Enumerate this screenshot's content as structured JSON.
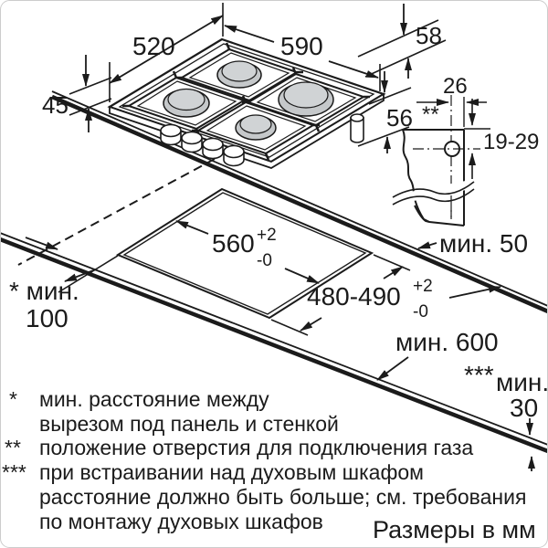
{
  "caption": "Размеры в мм",
  "labels": {
    "hob_width": "590",
    "hob_depth": "520",
    "hob_profile_height": "45",
    "hob_total_height": "58",
    "hob_install_depth": "56",
    "gas_hole_offset": "26",
    "gas_hole_marker": "**",
    "gas_hole_height_range": "19-29",
    "cutout_width": "560",
    "cutout_width_tol_plus": "+2",
    "cutout_width_tol_minus": "-0",
    "cutout_depth": "480-490",
    "cutout_depth_tol_plus": "+2",
    "cutout_depth_tol_minus": "-0",
    "min_rear_clearance": "мин. 50",
    "min_side_clearance_label": "* мин.",
    "min_side_clearance_value": "100",
    "min_worktop_depth": "мин. 600",
    "min_oven_stars": "***",
    "min_oven_word": "мин.",
    "min_oven_value": "30"
  },
  "footnotes": [
    {
      "marker": "*",
      "lines": [
        "мин. расстояние между",
        "вырезом под панель и стенкой"
      ]
    },
    {
      "marker": "**",
      "lines": [
        "положение отверстия для подключения газа"
      ]
    },
    {
      "marker": "***",
      "lines": [
        "при встраивании над духовым шкафом",
        "расстояние должно быть больше; см. требования",
        "по монтажу духовых шкафов"
      ]
    }
  ],
  "colors": {
    "line": "#1b1b1b",
    "burner": "#c5c8ca",
    "burner_cap": "#d0d3d5",
    "background": "#ffffff",
    "frame": "#cccccc"
  }
}
